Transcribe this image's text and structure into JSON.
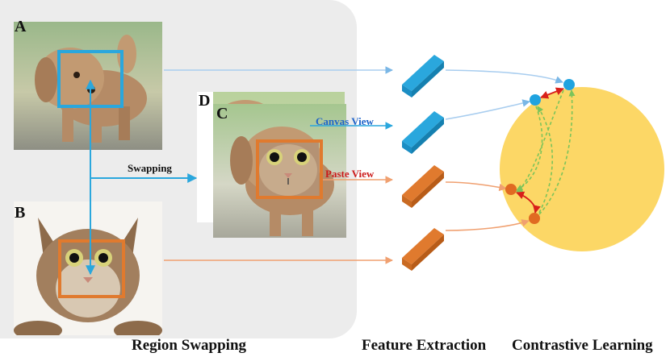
{
  "labels": {
    "a": "A",
    "b": "B",
    "c": "C",
    "d": "D",
    "swapping": "Swapping",
    "canvas_view": "Canvas View",
    "paste_view": "Paste View"
  },
  "captions": {
    "region_swapping": "Region Swapping",
    "feature_extraction": "Feature Extraction",
    "contrastive_learning": "Contrastive Learning"
  },
  "colors": {
    "blue": "#2aa7dd",
    "orange": "#e07a2e",
    "circle": "#fcd766",
    "red": "#d8201a",
    "green": "#7cc45a",
    "canvas_text": "#1e63c9",
    "paste_text": "#cc1b1b"
  },
  "images": {
    "a": "photo of a fluffy brown puppy",
    "b": "photo of a tabby cat face",
    "c": "puppy photo with cat face pasted in the region",
    "d": "canvas image behind image C"
  }
}
